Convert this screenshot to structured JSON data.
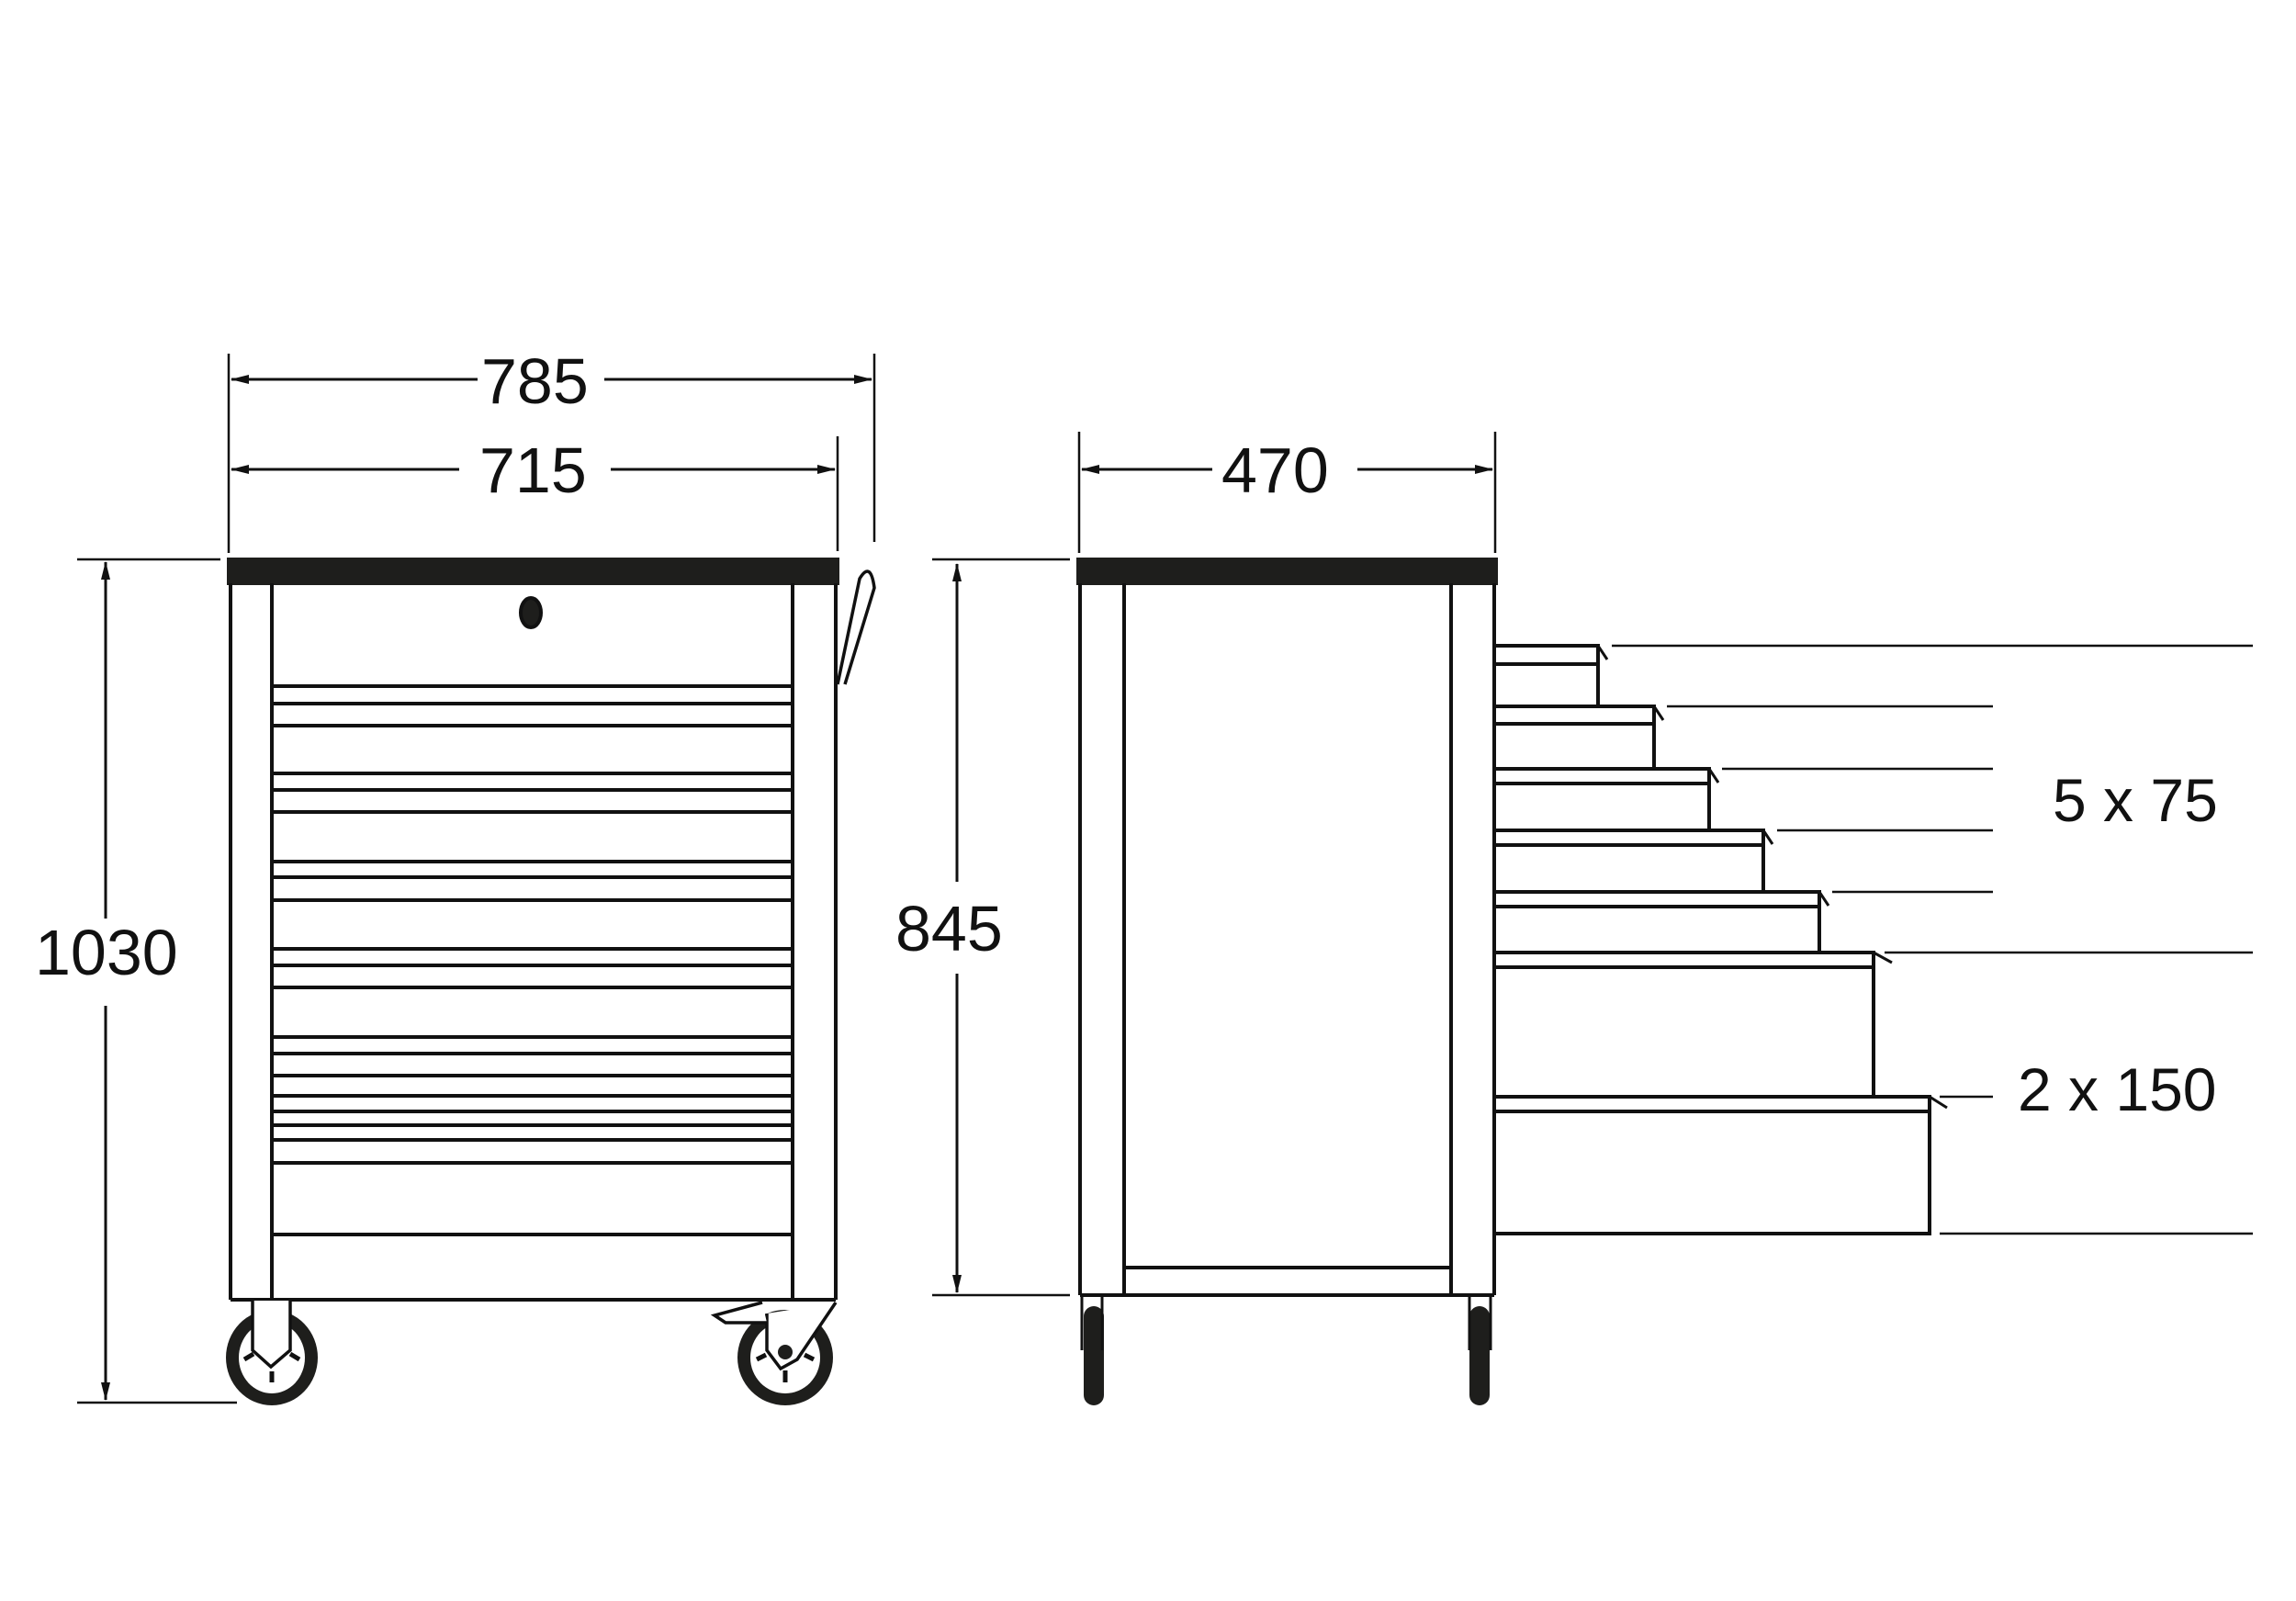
{
  "drawing": {
    "title": "Tool trolley dimension drawing",
    "line_color": "#111111",
    "fill_dark": "#1e1e1c",
    "background": "#ffffff"
  },
  "front_view": {
    "overall_width_label": "785",
    "body_width_label": "715",
    "overall_height_label": "1030",
    "drawer_count": 7
  },
  "side_view": {
    "depth_label": "470",
    "body_height_label": "845"
  },
  "drawer_callouts": {
    "small_drawers_label": "5 x 75",
    "large_drawers_label": "2 x 150"
  }
}
